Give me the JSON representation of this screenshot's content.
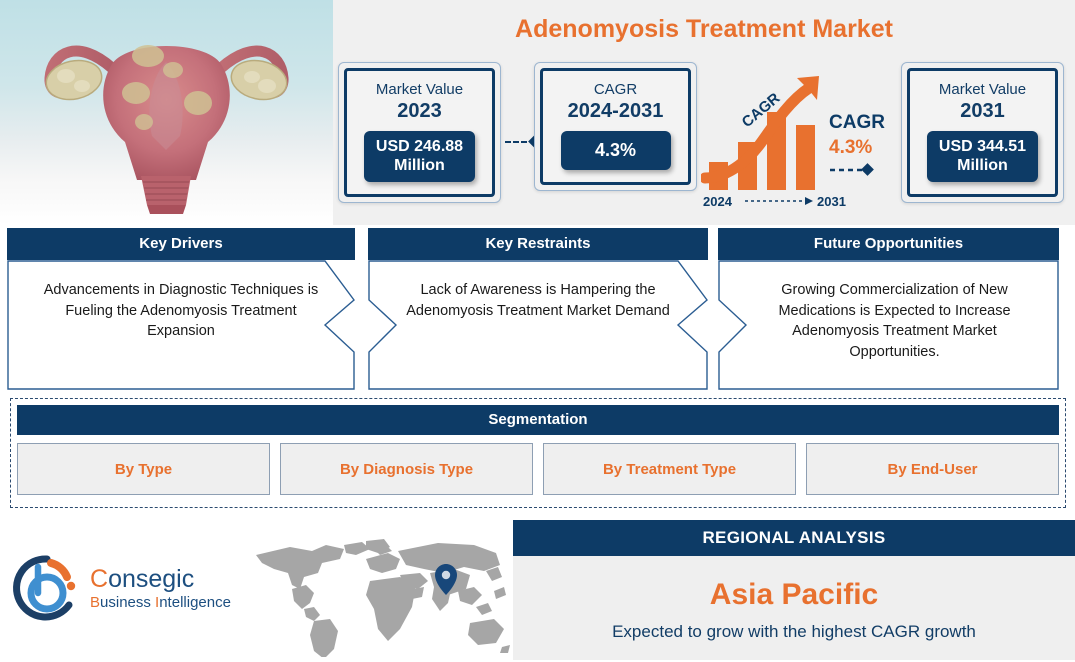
{
  "header": {
    "title": "Adenomyosis Treatment Market"
  },
  "hero": {
    "alt": "uterus-adenomyosis-illustration"
  },
  "metrics": [
    {
      "label": "Market Value",
      "year": "2023",
      "value": "USD 246.88",
      "unit": "Million"
    },
    {
      "label": "CAGR",
      "year": "2024-2031",
      "value": "4.3%",
      "unit": ""
    },
    {
      "label": "Market Value",
      "year": "2031",
      "value": "USD 344.51",
      "unit": "Million"
    }
  ],
  "cagr_graphic": {
    "label": "CAGR",
    "arrow_label": "CAGR",
    "value": "4.3%",
    "start_year": "2024",
    "end_year": "2031"
  },
  "panels": [
    {
      "title": "Key Drivers",
      "text": "Advancements in Diagnostic Techniques is Fueling the Adenomyosis Treatment Expansion"
    },
    {
      "title": "Key Restraints",
      "text": "Lack of Awareness is Hampering the Adenomyosis Treatment Market Demand"
    },
    {
      "title": "Future Opportunities",
      "text": "Growing Commercialization of New Medications is Expected to Increase Adenomyosis Treatment Market Opportunities."
    }
  ],
  "segmentation": {
    "title": "Segmentation",
    "categories": [
      "By Type",
      "By Diagnosis Type",
      "By Treatment Type",
      "By End-User"
    ]
  },
  "footer": {
    "logo": {
      "name_first": "C",
      "name_rest": "onsegic",
      "sub_first": "B",
      "sub_rest": "usiness ",
      "sub_second": "I",
      "sub_second_rest": "ntelligence"
    },
    "map": {
      "alt": "world-map",
      "pin_region": "Asia"
    },
    "region": {
      "title": "REGIONAL ANALYSIS",
      "name": "Asia Pacific",
      "note": "Expected to grow with the highest CAGR growth"
    }
  },
  "colors": {
    "navy": "#0d3b66",
    "orange": "#e8712f",
    "panel_bg": "#f0f0f0",
    "map_gray": "#a6a6a6"
  }
}
